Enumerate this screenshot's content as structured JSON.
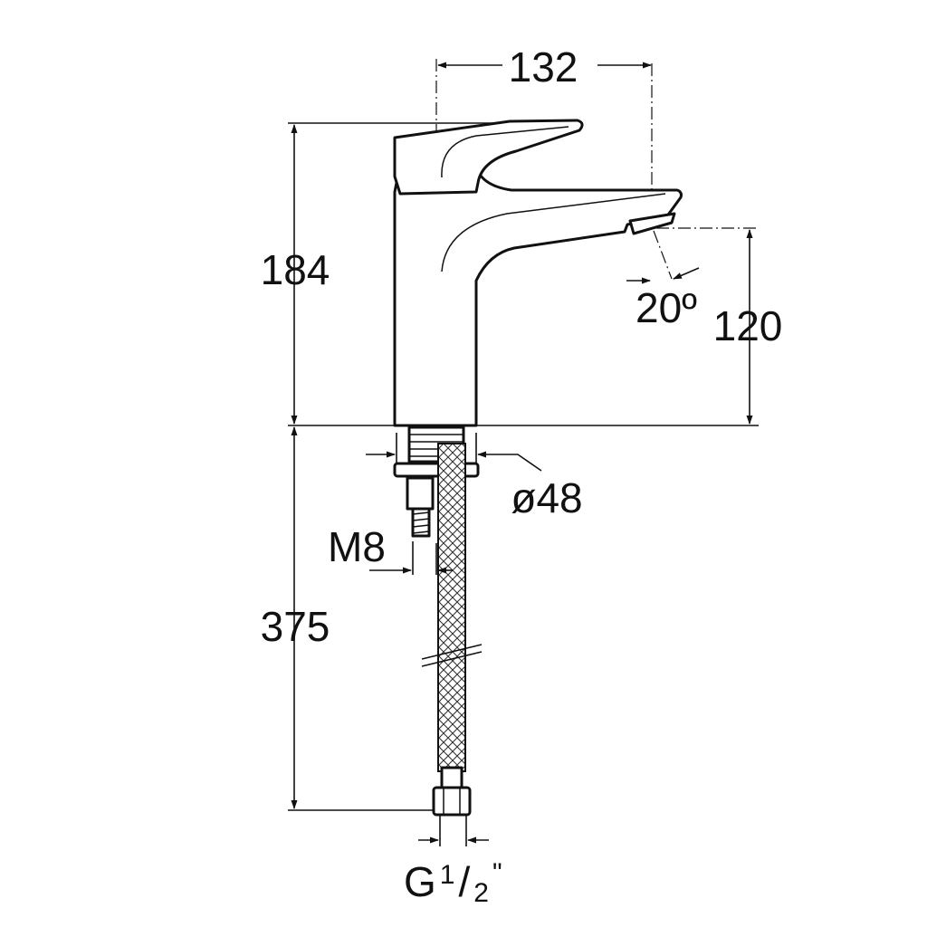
{
  "diagram": {
    "colors": {
      "line": "#111111",
      "background": "#ffffff"
    },
    "dimensions": {
      "width_top": "132",
      "height_body": "184",
      "spout_height": "120",
      "spray_angle": "20º",
      "base_diameter": "ø48",
      "stud_thread": "M8",
      "hose_length": "375",
      "connector_main": "G",
      "connector_num": "1",
      "connector_slash": "/",
      "connector_den": "2",
      "connector_inch": "\""
    }
  }
}
